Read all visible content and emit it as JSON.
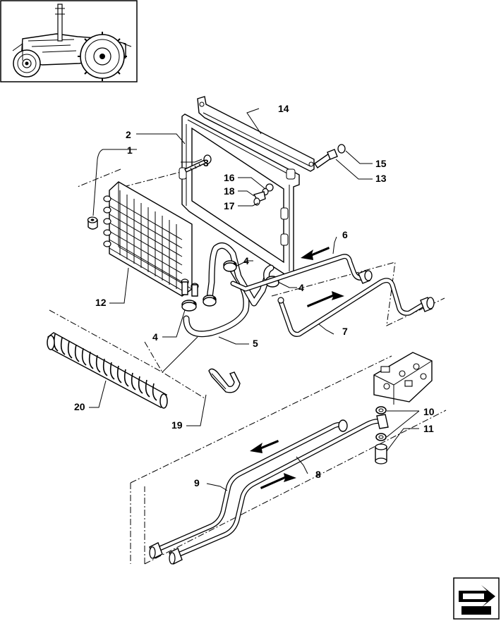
{
  "callouts": {
    "c1": "1",
    "c2": "2",
    "c3": "3",
    "c4a": "4",
    "c4b": "4",
    "c4c": "4",
    "c5": "5",
    "c6": "6",
    "c7": "7",
    "c8": "8",
    "c9": "9",
    "c10": "10",
    "c11": "11",
    "c12": "12",
    "c13": "13",
    "c14": "14",
    "c15": "15",
    "c16": "16",
    "c17": "17",
    "c18": "18",
    "c19": "19",
    "c20": "20"
  },
  "icons": {
    "thumbnail": "tractor-thumbnail-icon",
    "navigation": "next-page-arrow-icon"
  },
  "colors": {
    "ink": "#000000",
    "paper": "#ffffff"
  }
}
